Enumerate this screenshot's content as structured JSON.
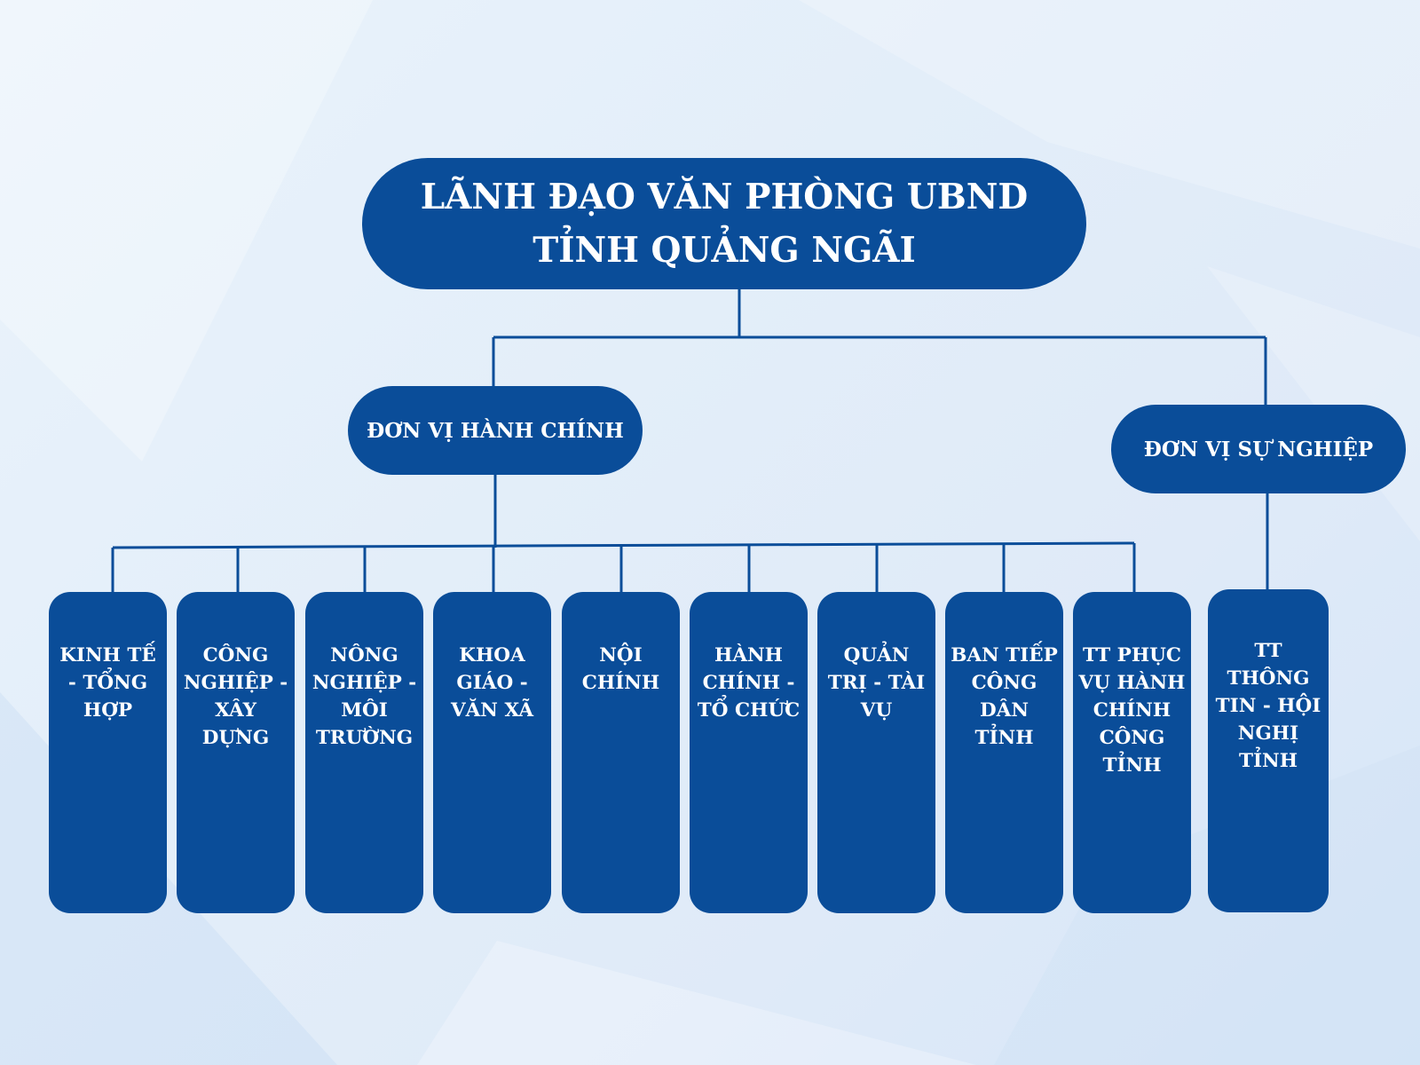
{
  "colors": {
    "node_fill": "#0a4d99",
    "node_text": "#ffffff",
    "connector": "#0a4d99",
    "background": "#e3eef9"
  },
  "root": {
    "line1": "LÃNH ĐẠO VĂN PHÒNG UBND",
    "line2": "TỈNH QUẢNG NGÃI"
  },
  "branches": {
    "administrative": {
      "label": "ĐƠN VỊ HÀNH CHÍNH",
      "units": [
        "KINH TẾ - TỔNG HỢP",
        "CÔNG NGHIỆP - XÂY DỰNG",
        "NÔNG NGHIỆP - MÔI TRƯỜNG",
        "KHOA GIÁO - VĂN XÃ",
        "NỘI CHÍNH",
        "HÀNH CHÍNH - TỔ CHỨC",
        "QUẢN TRỊ - TÀI VỤ",
        "BAN TIẾP CÔNG DÂN TỈNH",
        "TT PHỤC VỤ HÀNH CHÍNH CÔNG TỈNH"
      ]
    },
    "service": {
      "label": "ĐƠN VỊ SỰ NGHIỆP",
      "units": [
        "TT THÔNG TIN - HỘI NGHỊ TỈNH"
      ]
    }
  }
}
